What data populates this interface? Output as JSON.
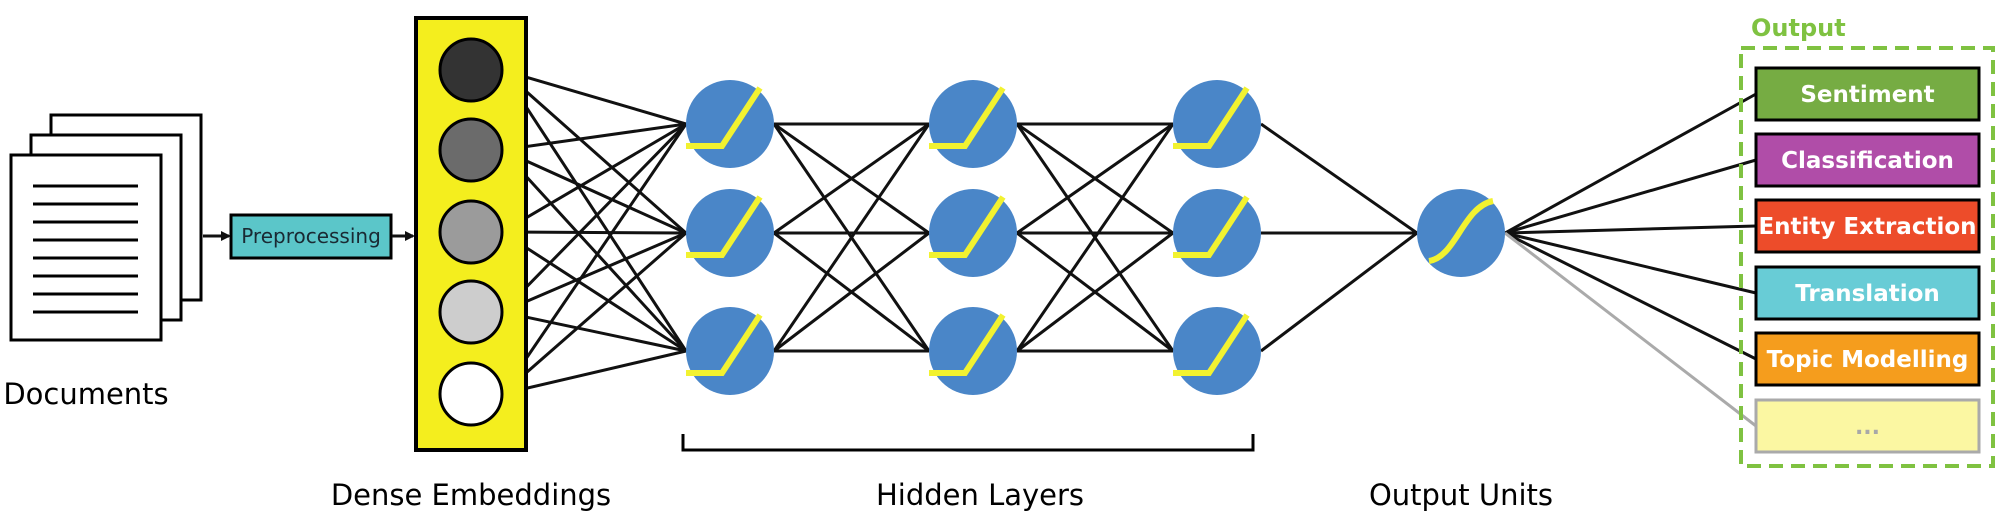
{
  "documents": {
    "label": "Documents"
  },
  "preprocessing": {
    "label": "Preprocessing",
    "color": "#5bc6c9"
  },
  "embeddings": {
    "label": "Dense Embeddings",
    "panel_color": "#f4ee1e",
    "node_shades": [
      "#333333",
      "#6b6b6b",
      "#9b9b9b",
      "#cdcdcd",
      "#ffffff"
    ]
  },
  "hidden_layers": {
    "label": "Hidden Layers",
    "layers": 3,
    "units_per_layer": 3,
    "unit_color": "#4a86c8",
    "activation_color": "#f2f230"
  },
  "output_units": {
    "label": "Output Units"
  },
  "output": {
    "title": "Output",
    "title_color": "#7fc241",
    "tasks": [
      {
        "label": "Sentiment",
        "color": "#76ac43"
      },
      {
        "label": "Classification",
        "color": "#b04da8"
      },
      {
        "label": "Entity Extraction",
        "color": "#ed4c2a"
      },
      {
        "label": "Translation",
        "color": "#68ccd6"
      },
      {
        "label": "Topic Modelling",
        "color": "#f59d1d"
      },
      {
        "label": "...",
        "color": "#fbf7a2"
      }
    ]
  }
}
